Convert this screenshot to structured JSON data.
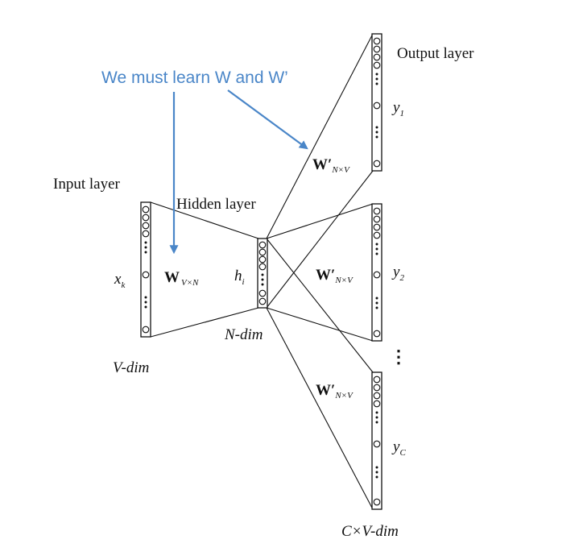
{
  "annotation": {
    "text": "We must learn W and W’",
    "color": "#4a86c8"
  },
  "labels": {
    "input_layer": "Input layer",
    "hidden_layer": "Hidden layer",
    "output_layer": "Output layer",
    "x_k": "x",
    "x_k_sub": "k",
    "h_i": "h",
    "h_i_sub": "i",
    "y1": "y",
    "y1_sub": "1",
    "y2": "y",
    "y2_sub": "2",
    "yC": "y",
    "yC_sub": "C",
    "v_dim": "V-dim",
    "n_dim": "N-dim",
    "cv_dim": "C×V-dim",
    "ellipsis": "⋮"
  },
  "weights": {
    "input": {
      "symbol": "W",
      "sub": "V×N"
    },
    "output1": {
      "symbol": "W′",
      "sub": "N×V"
    },
    "output2": {
      "symbol": "W′",
      "sub": "N×V"
    },
    "output3": {
      "symbol": "W′",
      "sub": "N×V"
    }
  }
}
